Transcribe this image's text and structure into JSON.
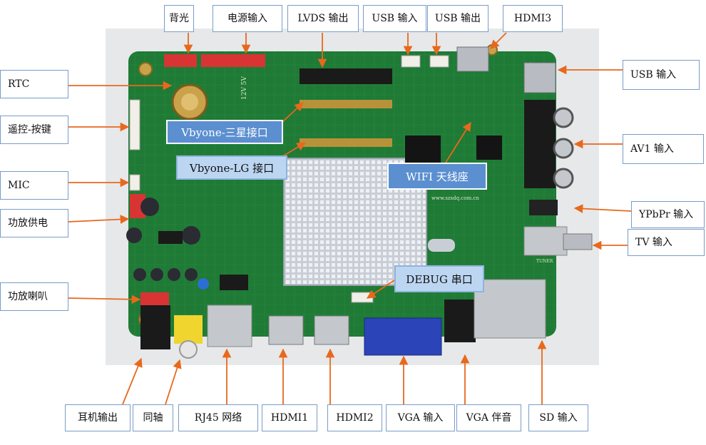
{
  "colors": {
    "pcb_green": "#1f7a35",
    "arrow_orange": "#e8681c",
    "label_border": "#7a9cc8",
    "callout_blue": "#5b8fd0",
    "heatsink": "#d8dde3"
  },
  "board": {
    "website_print": "www.szsdq.com.cn",
    "voltage_print": "12V 5V",
    "tuner_print": "TUNER"
  },
  "labels": {
    "backlight": "背光",
    "power_in": "电源输入",
    "lvds_out": "LVDS 输出",
    "usb_in_top": "USB 输入",
    "usb_out": "USB 输出",
    "hdmi3": "HDMI3",
    "rtc": "RTC",
    "remote_key": "遥控-按键",
    "mic": "MIC",
    "amp_power": "功放供电",
    "amp_speaker": "功放喇叭",
    "usb_in_right": "USB 输入",
    "av1_in": "AV1 输入",
    "ypbpr_in": "YPbPr  输入",
    "tv_in": "TV 输入",
    "earphone_out": "耳机输出",
    "coaxial": "同轴",
    "rj45": "RJ45 网络",
    "hdmi1": "HDMI1",
    "hdmi2": "HDMI2",
    "vga_in": "VGA 输入",
    "vga_audio": "VGA 伴音",
    "sd_in": "SD 输入"
  },
  "callouts": {
    "vbyone_samsung": "Vbyone-三星接口",
    "vbyone_lg": "Vbyone-LG 接口",
    "wifi_antenna": "WIFI 天线座",
    "debug_serial": "DEBUG 串口"
  }
}
